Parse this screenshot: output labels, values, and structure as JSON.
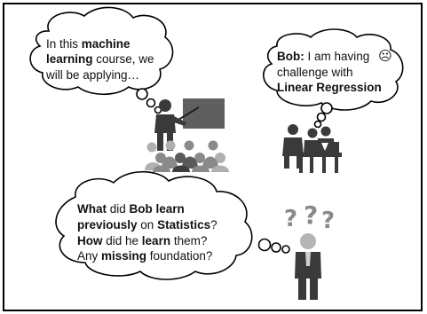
{
  "bubbles": {
    "instructor": {
      "l1_a": "In this ",
      "l1_b": "machine",
      "l2_a": "learning",
      "l2_b": " course, we",
      "l3": "will be applying…"
    },
    "bob": {
      "l1_a": "Bob:",
      "l1_b": " I am having",
      "emoji": "☹",
      "l2": "challenge with",
      "l3": "Linear Regression"
    },
    "question": {
      "l1_a": "What",
      "l1_b": " did ",
      "l1_c": "Bob learn",
      "l2_a": "previously",
      "l2_b": " on ",
      "l2_c": "Statistics",
      "l2_d": "?",
      "l3_a": "How",
      "l3_b": " did he ",
      "l3_c": "learn",
      "l3_d": " them?",
      "l4_a": "Any ",
      "l4_b": "missing",
      "l4_c": " foundation?"
    }
  },
  "question_marks": [
    "?",
    "?",
    "?"
  ],
  "colors": {
    "figure_dark": "#3a3a3a",
    "figure_mid": "#8c8c8c",
    "figure_light": "#b5b5b5",
    "board": "#5a5a5a"
  }
}
